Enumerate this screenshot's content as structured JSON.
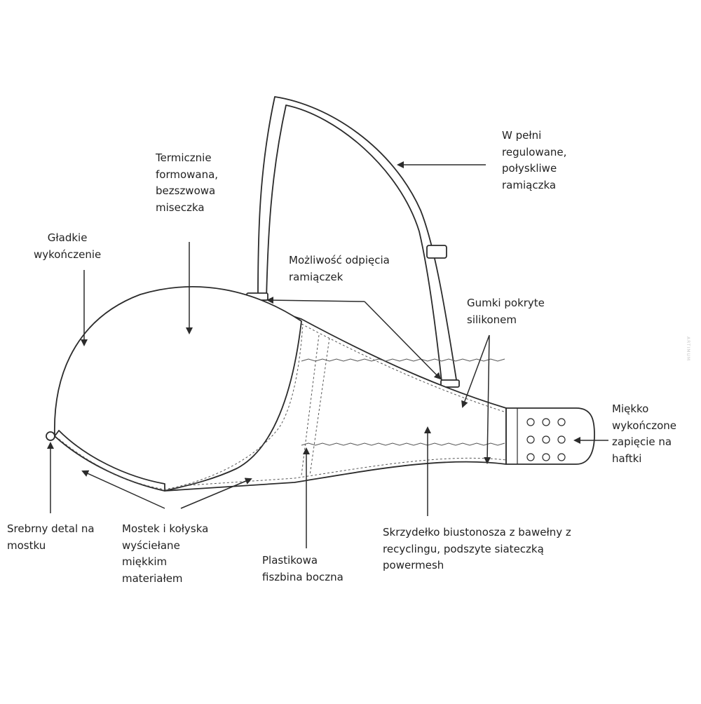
{
  "labels": {
    "termicznie": [
      "Termicznie",
      "formowana,",
      "bezszwowa",
      "miseczka"
    ],
    "gladkie": [
      "Gładkie",
      "wykończenie"
    ],
    "ramiaczka": [
      "W pełni",
      "regulowane,",
      "połyskliwe",
      "ramiączka"
    ],
    "odpiecie": [
      "Możliwość odpięcia",
      "ramiączek"
    ],
    "gumki": [
      "Gumki pokryte",
      "silikonem"
    ],
    "zapiecie": [
      "Miękko",
      "wykończone",
      "zapięcie na",
      "haftki"
    ],
    "srebrny": [
      "Srebrny detal na",
      "mostku"
    ],
    "mostek": [
      "Mostek i kołyska",
      "wyściełane",
      "miękkim",
      "materiałem"
    ],
    "fiszbina": [
      "Plastikowa",
      "fiszbina boczna"
    ],
    "skrzydelko": [
      "Skrzydełko biustonosza z bawełny z",
      "recyclingu, podszyte siateczką",
      "powermesh"
    ]
  },
  "watermark": "ARTIMUM"
}
